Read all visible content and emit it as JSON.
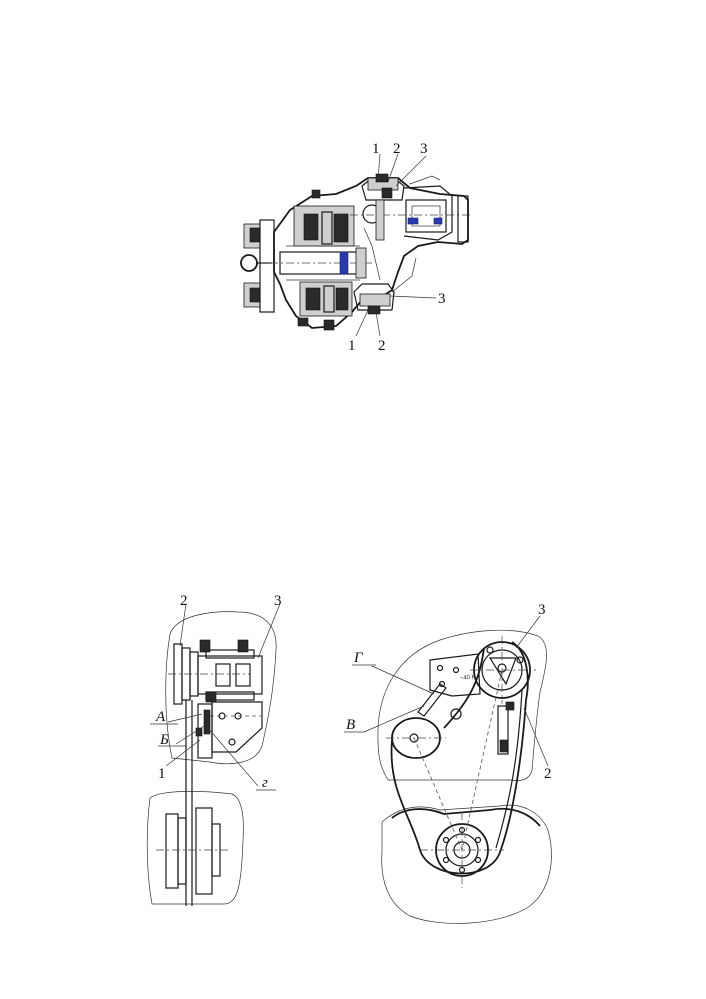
{
  "top_figure": {
    "labels_top": [
      "1",
      "2",
      "3"
    ],
    "label_right": "3",
    "labels_bottom": [
      "1",
      "2"
    ]
  },
  "bottom_left_figure": {
    "labels": [
      "2",
      "3",
      "А",
      "Б",
      "1",
      "г"
    ]
  },
  "bottom_right_figure": {
    "labels": [
      "Г",
      "В",
      "3",
      "2"
    ],
    "plate_text": "~40 Н"
  }
}
